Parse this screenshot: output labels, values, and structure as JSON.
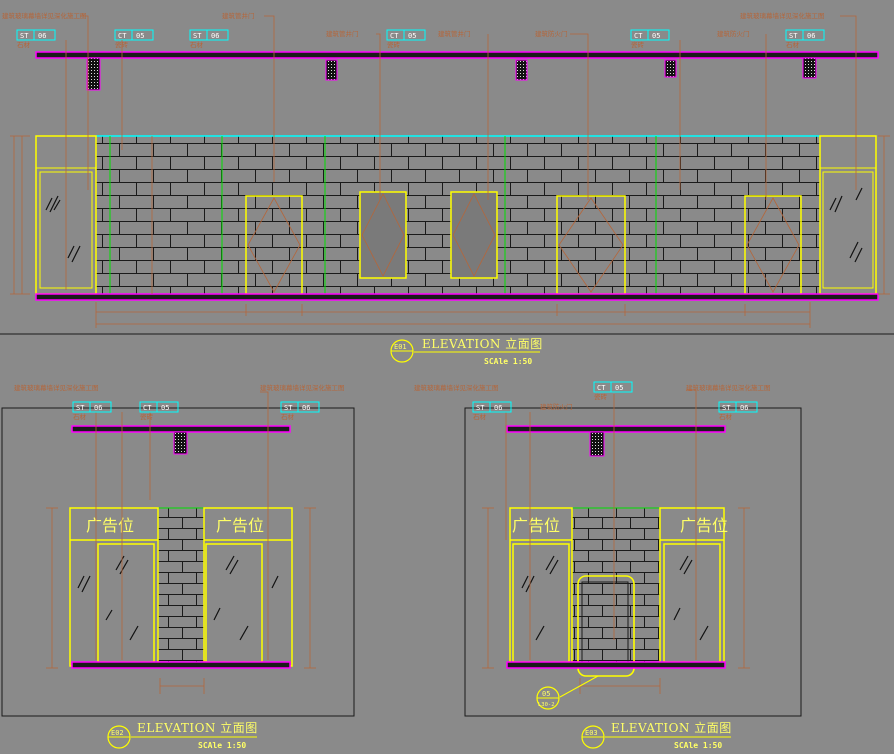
{
  "elevations": [
    {
      "id": "E01",
      "title": "ELEVATION 立面图",
      "scale": "SCAle 1:50",
      "tags": [
        {
          "code": "ST",
          "num": "06",
          "sub": "石材"
        },
        {
          "code": "CT",
          "num": "05",
          "sub": "瓷砖"
        },
        {
          "code": "ST",
          "num": "06",
          "sub": "石材"
        },
        {
          "code": "CT",
          "num": "05",
          "sub": "瓷砖"
        },
        {
          "code": "CT",
          "num": "05",
          "sub": "瓷砖"
        },
        {
          "code": "ST",
          "num": "06",
          "sub": "石材"
        }
      ],
      "callouts": [
        "建筑玻璃幕墙详见深化施工图",
        "建筑管井门",
        "建筑管井门",
        "建筑管井门",
        "建筑防火门",
        "建筑防火门",
        "建筑玻璃幕墙详见深化施工图"
      ]
    },
    {
      "id": "E02",
      "title": "ELEVATION 立面图",
      "scale": "SCAle 1:50",
      "tags": [
        {
          "code": "ST",
          "num": "06",
          "sub": "石材"
        },
        {
          "code": "CT",
          "num": "05",
          "sub": "瓷砖"
        },
        {
          "code": "ST",
          "num": "06",
          "sub": "石材"
        }
      ],
      "callouts": [
        "建筑玻璃幕墙详见深化施工图",
        "建筑玻璃幕墙详见深化施工图"
      ],
      "ad_labels": [
        "广告位",
        "广告位"
      ]
    },
    {
      "id": "E03",
      "title": "ELEVATION 立面图",
      "scale": "SCAle 1:50",
      "tags": [
        {
          "code": "ST",
          "num": "06",
          "sub": "石材"
        },
        {
          "code": "CT",
          "num": "05",
          "sub": "瓷砖"
        },
        {
          "code": "ST",
          "num": "06",
          "sub": "石材"
        }
      ],
      "callouts": [
        "建筑玻璃幕墙详见深化施工图",
        "建筑防火门",
        "建筑玻璃幕墙详见深化施工图"
      ],
      "ad_labels": [
        "广告位",
        "广告位"
      ],
      "detail_ref": {
        "num": "05",
        "sheet": "L30-2"
      }
    }
  ],
  "colors": {
    "background": "#8a8a8a",
    "linework": "#1a1a1a",
    "yellow": "#ffff00",
    "magenta": "#ff00ff",
    "cyan": "#00ffff",
    "green": "#00e000",
    "callout": "#b5663a"
  }
}
